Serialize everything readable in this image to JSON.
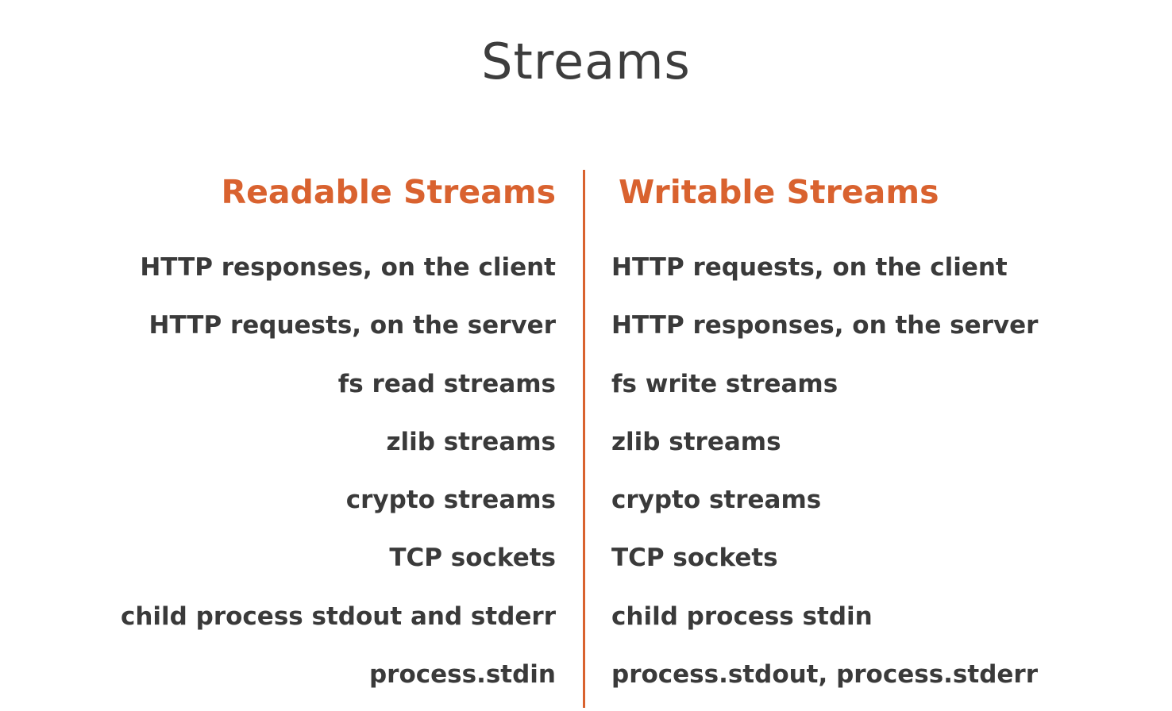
{
  "title": "Streams",
  "readable": {
    "heading": "Readable Streams",
    "items": [
      "HTTP responses, on the client",
      "HTTP requests, on the server",
      "fs read streams",
      "zlib streams",
      "crypto streams",
      "TCP sockets",
      "child process stdout and stderr",
      "process.stdin"
    ]
  },
  "writable": {
    "heading": "Writable Streams",
    "items": [
      "HTTP requests, on the client",
      "HTTP responses, on the server",
      "fs write streams",
      "zlib streams",
      "crypto streams",
      "TCP sockets",
      "child process stdin",
      "process.stdout, process.stderr"
    ]
  },
  "colors": {
    "accent": "#d9622f",
    "text": "#3a3a3a",
    "title": "#3d3d3d",
    "background": "#ffffff"
  }
}
